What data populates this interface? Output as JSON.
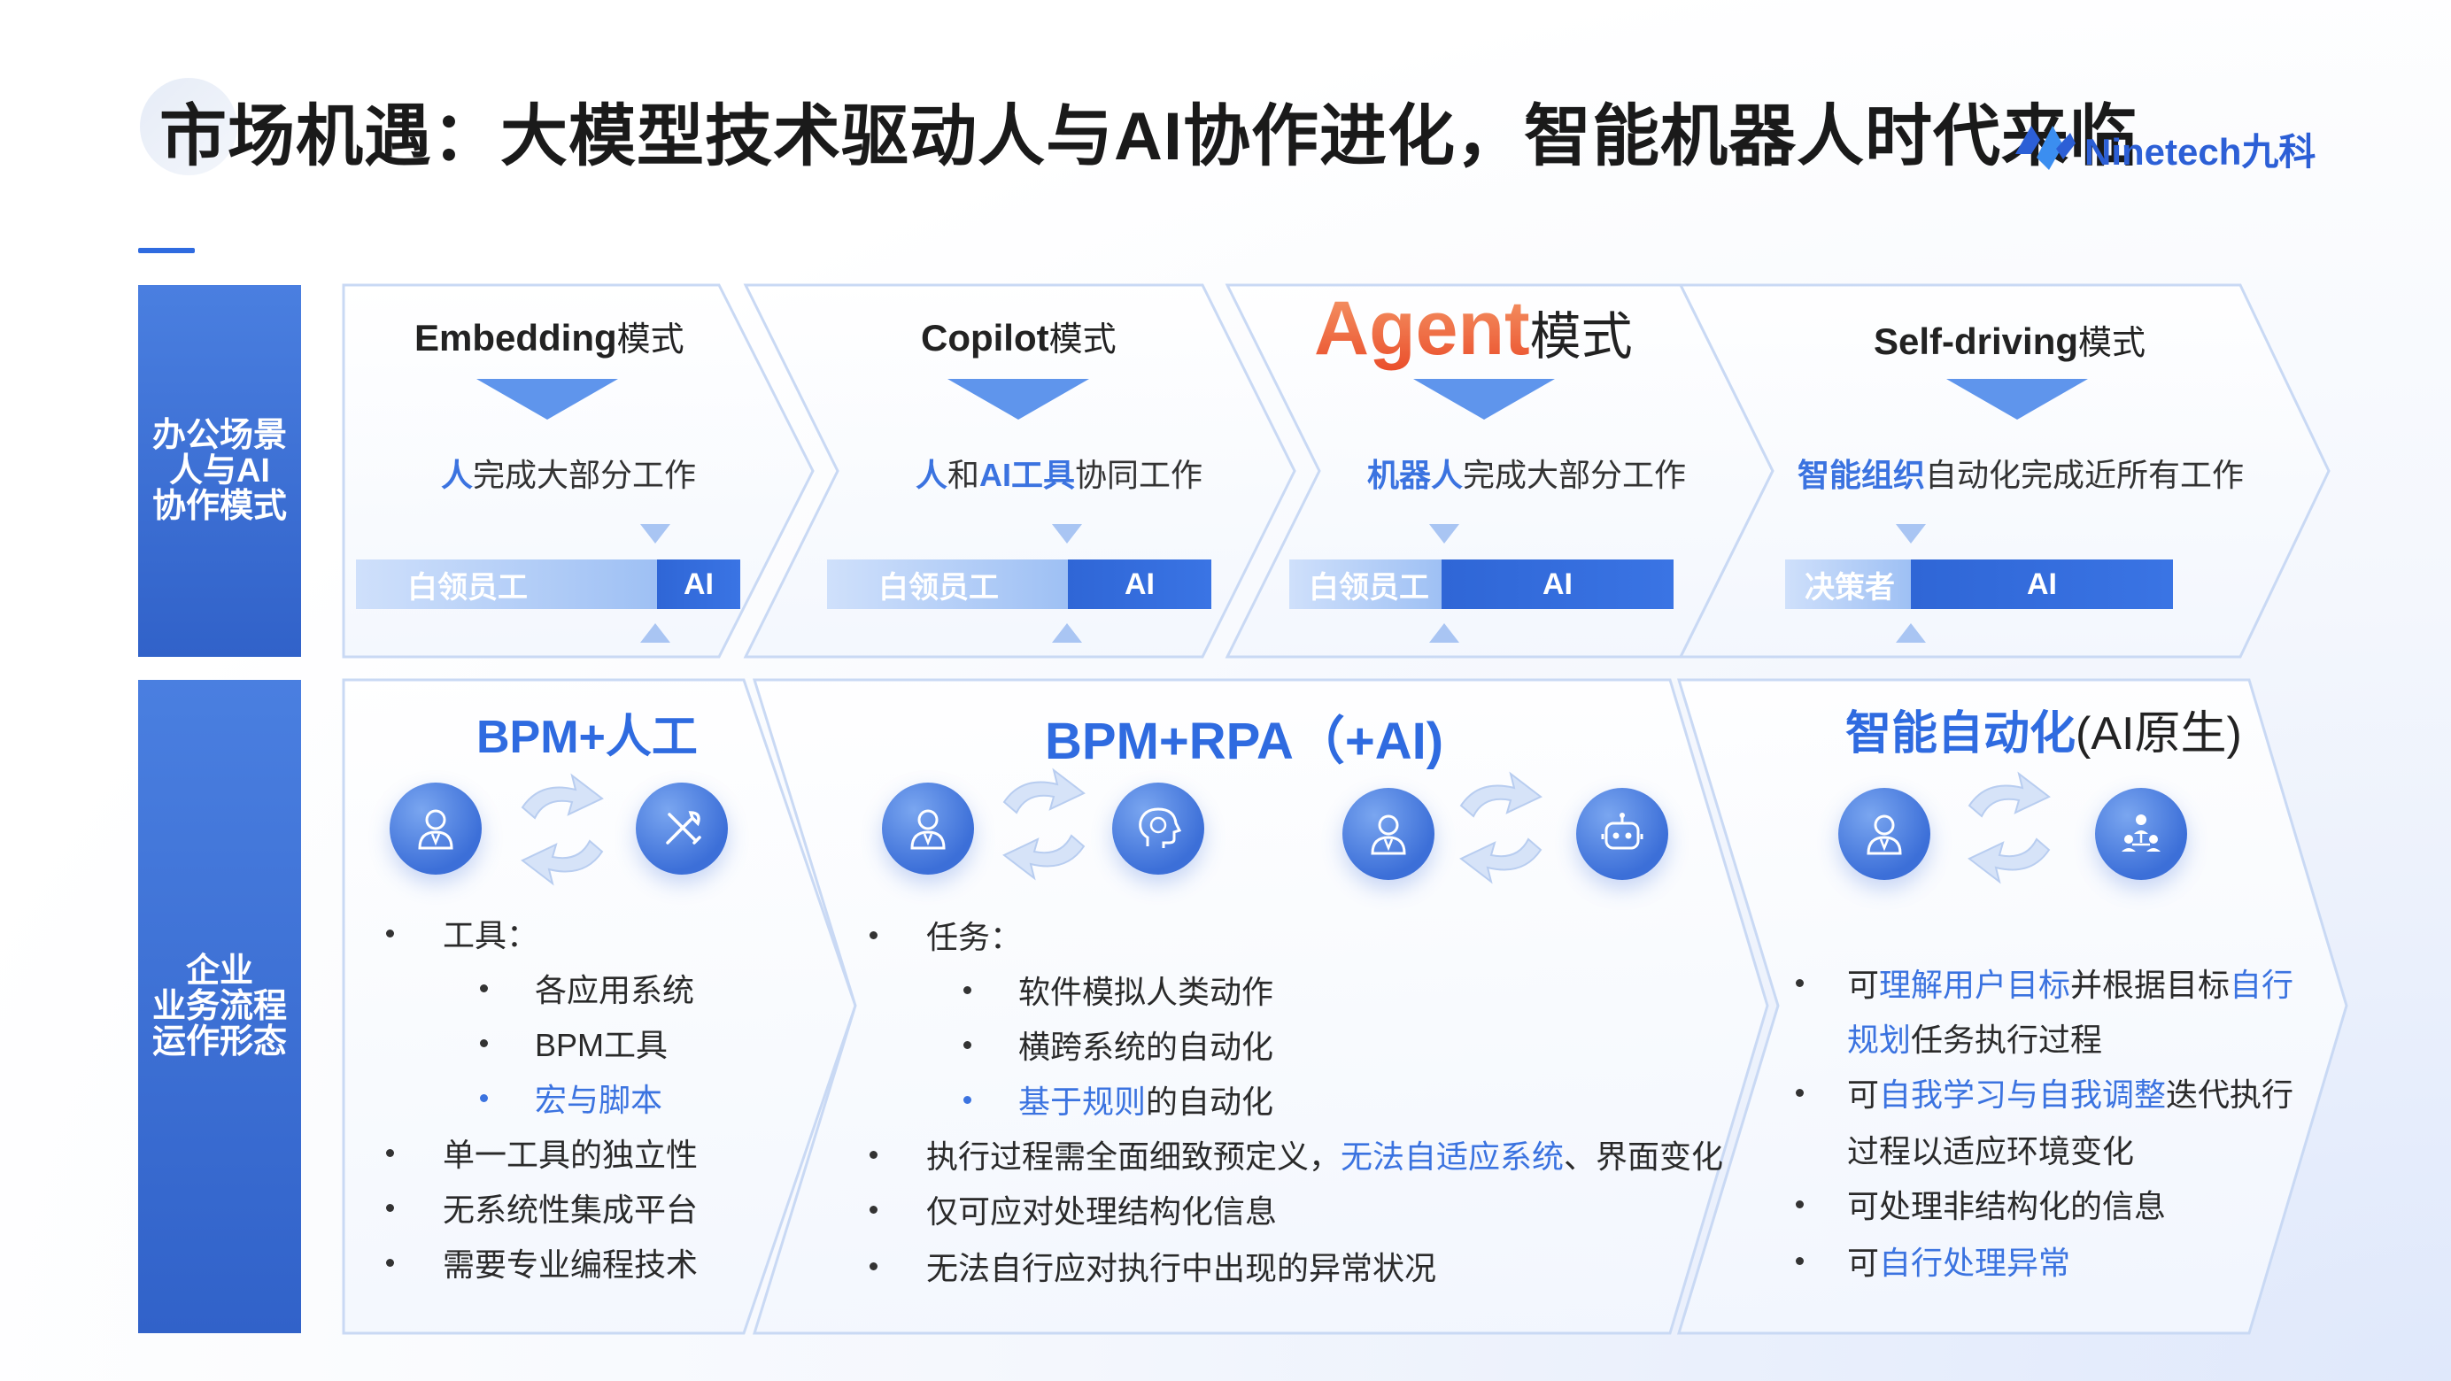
{
  "title": "市场机遇：大模型技术驱动人与AI协作进化，智能机器人时代来临",
  "logo": {
    "brand": "Ninetech九科",
    "icon": "ninetech-logo-icon"
  },
  "left_labels": {
    "office": [
      "办公场景",
      "人与AI",
      "协作模式"
    ],
    "enterprise": [
      "企业",
      "业务流程",
      "运作形态"
    ]
  },
  "modes": [
    {
      "name": "Embedding",
      "suffix": "模式",
      "desc_hl": "人",
      "desc_rest": "完成大部分工作",
      "bar_left": "白领员工",
      "bar_right": "AI"
    },
    {
      "name": "Copilot",
      "suffix": "模式",
      "desc_hl1": "人",
      "desc_mid": "和",
      "desc_hl2": "AI工具",
      "desc_rest": "协同工作",
      "bar_left": "白领员工",
      "bar_right": "AI"
    },
    {
      "name": "Agent",
      "suffix": "模式",
      "desc_hl": "机器人",
      "desc_rest": "完成大部分工作",
      "bar_left": "白领员工",
      "bar_right": "AI"
    },
    {
      "name": "Self-driving",
      "suffix": "模式",
      "desc_hl": "智能组织",
      "desc_rest": "自动化完成近所有工作",
      "bar_left": "决策者",
      "bar_right": "AI"
    }
  ],
  "sections": [
    {
      "title": "BPM+人工",
      "icons": [
        "person-icon",
        "tools-icon"
      ],
      "items": [
        {
          "level": 1,
          "text": "工具："
        },
        {
          "level": 2,
          "text": "各应用系统"
        },
        {
          "level": 2,
          "text": "BPM工具"
        },
        {
          "level": 2,
          "text": "宏与脚本",
          "blue": true
        },
        {
          "level": 1,
          "text": "单一工具的独立性"
        },
        {
          "level": 1,
          "text": "无系统性集成平台"
        },
        {
          "level": 1,
          "text": "需要专业编程技术"
        }
      ]
    },
    {
      "title": "BPM+RPA（+AI)",
      "icons": [
        "person-icon",
        "brain-icon",
        "person-icon",
        "robot-icon"
      ],
      "items": [
        {
          "level": 1,
          "text": "任务："
        },
        {
          "level": 2,
          "text": "软件模拟人类动作"
        },
        {
          "level": 2,
          "text": "横跨系统的自动化"
        },
        {
          "level": 2,
          "hl": "基于规则",
          "rest": "的自动化",
          "blue": true
        },
        {
          "level": 1,
          "pre": "执行过程需全面细致预定义，",
          "hl": "无法自适应系统",
          "rest": "、界面变化"
        },
        {
          "level": 1,
          "text": "仅可应对处理结构化信息"
        },
        {
          "level": 1,
          "text": "无法自行应对执行中出现的异常状况"
        }
      ]
    },
    {
      "title": "智能自动化",
      "title_plain": "(AI原生)",
      "icons": [
        "person-icon",
        "org-icon"
      ],
      "items": [
        {
          "level": 1,
          "pre": "可",
          "hl": "理解用户目标",
          "mid": "并根据目标",
          "hl2": "自行"
        },
        {
          "level": 0,
          "hl": "规划",
          "rest": "任务执行过程"
        },
        {
          "level": 1,
          "pre": "可",
          "hl": "自我学习与自我调整",
          "rest": "迭代执行"
        },
        {
          "level": 0,
          "text": "过程以适应环境变化"
        },
        {
          "level": 1,
          "text": "可处理非结构化的信息"
        },
        {
          "level": 1,
          "pre": "可",
          "hl": "自行处理异常"
        }
      ]
    }
  ],
  "colors": {
    "accent": "#2f6be0",
    "agent_orange": "#ee6a3d",
    "leftbar": "#3a6fd4"
  }
}
